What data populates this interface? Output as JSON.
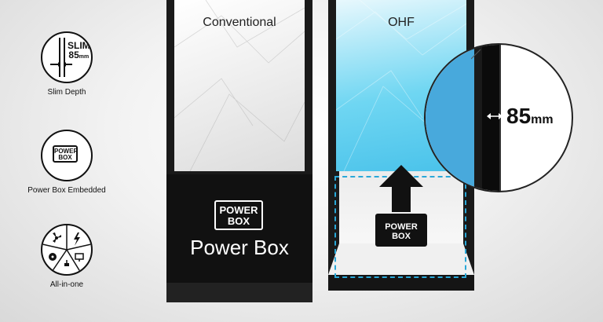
{
  "features": [
    {
      "label": "Slim Depth",
      "slim_word": "SLIM",
      "slim_value": "85",
      "slim_unit": "mm"
    },
    {
      "label": "Power Box Embedded",
      "badge_line1": "POWER",
      "badge_line2": "BOX"
    },
    {
      "label": "All-in-one"
    }
  ],
  "conventional": {
    "title": "Conventional",
    "badge_line1": "POWER",
    "badge_line2": "BOX",
    "caption": "Power Box"
  },
  "ohf": {
    "title": "OHF",
    "badge_line1": "POWER",
    "badge_line2": "BOX",
    "screen_color": "#5fd0f0"
  },
  "zoom": {
    "value": "85",
    "unit": "mm"
  }
}
